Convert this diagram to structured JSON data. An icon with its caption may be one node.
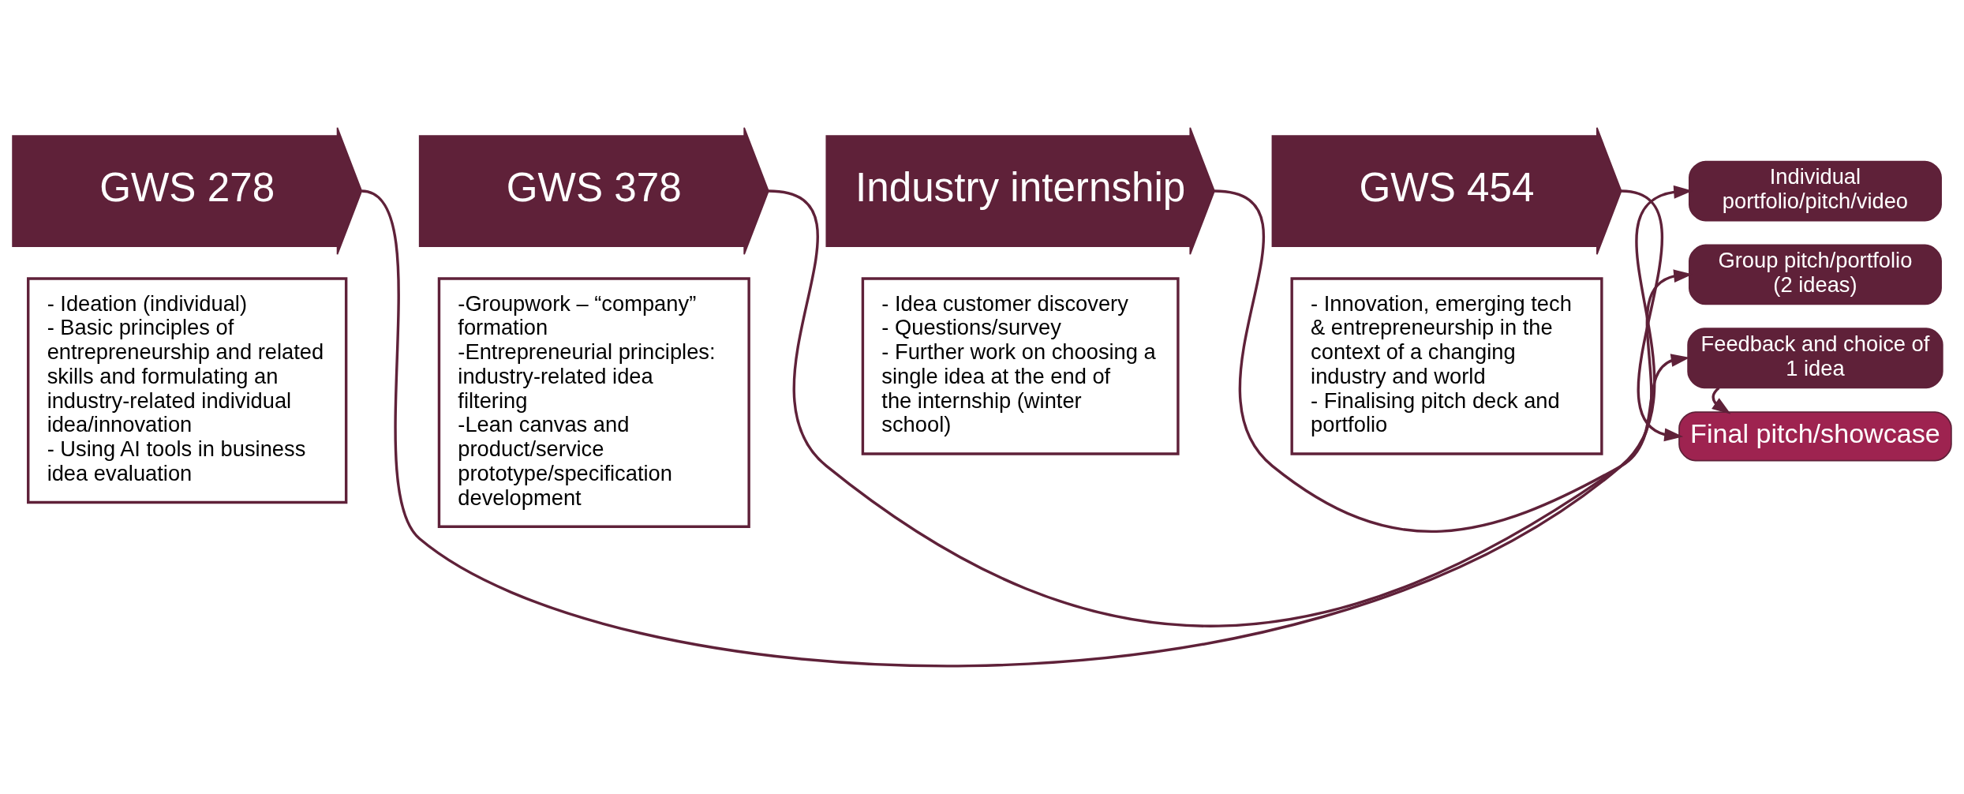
{
  "diagram": {
    "nodes": [
      {
        "text": [
          "GWS 278"
        ]
      },
      {
        "text": [
          "- Ideation (individual)",
          "- Basic principles of entrepreneurship and related skills and formulating an industry-related individual idea/innovation",
          "- Using AI tools in business idea evaluation"
        ]
      },
      {
        "text": [
          "GWS 378"
        ]
      },
      {
        "text": [
          "-Groupwork – “company” formation",
          "-Entrepreneurial principles: industry-related idea filtering",
          "-Lean canvas and product/service prototype/specification development"
        ]
      },
      {
        "text": [
          "Industry internship"
        ]
      },
      {
        "text": [
          "- Idea customer discovery",
          "- Questions/survey",
          "- Further work on choosing a single idea at the end of the internship (winter school)"
        ]
      },
      {
        "text": [
          "GWS 454"
        ]
      },
      {
        "text": [
          "- Innovation, emerging tech & entrepreneurship in the context of a changing industry and world",
          "- Finalising pitch deck and portfolio"
        ]
      },
      {
        "text": [
          "Individual portfolio/pitch/video"
        ]
      },
      {
        "text": [
          "Group pitch/portfolio (2 ideas)"
        ]
      },
      {
        "text": [
          "Feedback and choice of 1 idea"
        ]
      },
      {
        "text": [
          "Final pitch/showcase"
        ]
      }
    ],
    "edges": [
      {
        "from": 0,
        "to": 8,
        "arrow": "to"
      },
      {
        "from": 2,
        "to": 9,
        "arrow": "to"
      },
      {
        "from": 4,
        "to": 10,
        "arrow": "to"
      },
      {
        "from": 6,
        "to": 11,
        "arrow": "to"
      },
      {
        "from": 10,
        "to": 11,
        "arrow": "to"
      }
    ]
  }
}
